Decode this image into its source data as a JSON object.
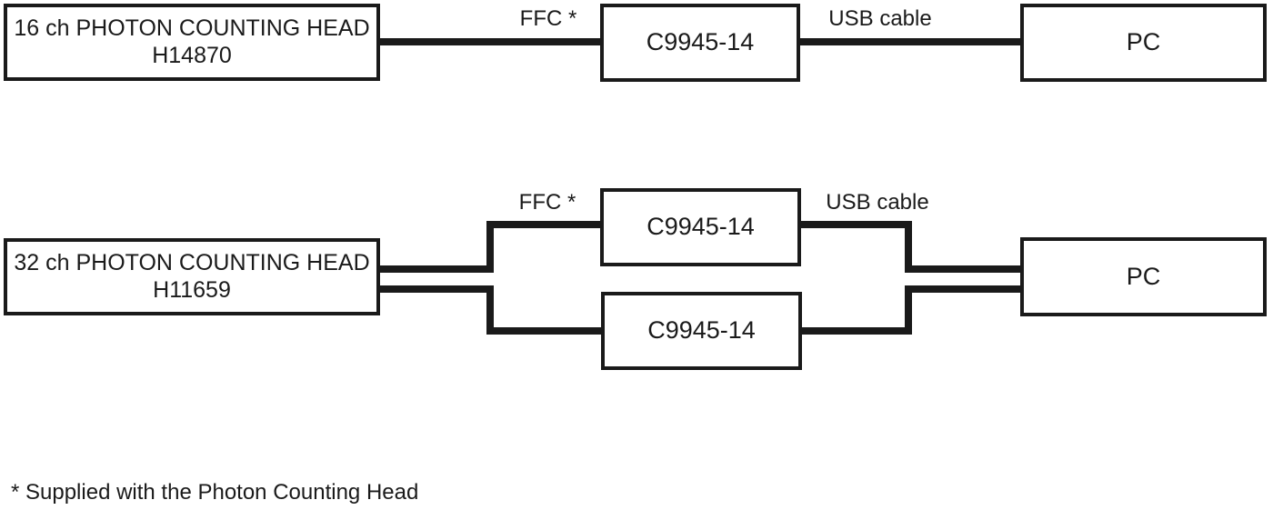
{
  "diagram": {
    "row1": {
      "head": {
        "title": "16 ch PHOTON COUNTING HEAD",
        "model": "H14870"
      },
      "ffc_label": "FFC *",
      "interface": "C9945-14",
      "usb_label": "USB cable",
      "pc": "PC"
    },
    "row2": {
      "head": {
        "title": "32 ch PHOTON COUNTING HEAD",
        "model": "H11659"
      },
      "ffc_label": "FFC *",
      "interface_top": "C9945-14",
      "interface_bottom": "C9945-14",
      "usb_label": "USB cable",
      "pc": "PC"
    },
    "footnote": "* Supplied with the Photon Counting Head",
    "colors": {
      "line": "#1a1a1a",
      "background": "#ffffff"
    }
  }
}
